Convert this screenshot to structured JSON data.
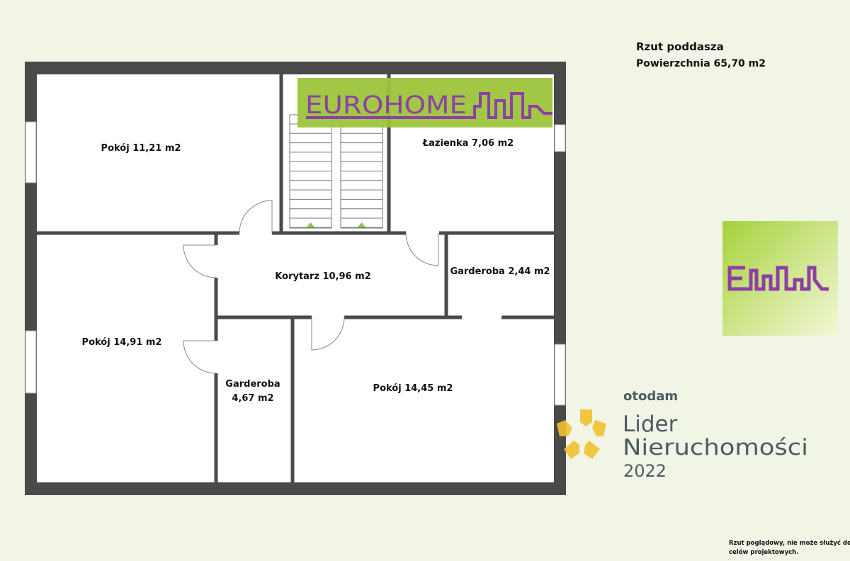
{
  "header": {
    "title": "Rzut poddasza",
    "area": "Powierzchnia 65,70 m2"
  },
  "rooms": [
    {
      "label": "Pokój 11,21 m2"
    },
    {
      "label": "Łazienka 7,06 m2"
    },
    {
      "label": "Korytarz 10,96 m2"
    },
    {
      "label": "Garderoba 2,44 m2"
    },
    {
      "label": "Pokój 14,91 m2"
    },
    {
      "label_line1": "Garderoba",
      "label_line2": "4,67 m2"
    },
    {
      "label": "Pokój 14,45 m2"
    }
  ],
  "brand": {
    "name": "EUROHOME",
    "colors": {
      "green": "#9dc43b",
      "purple": "#8e3fa6"
    }
  },
  "award": {
    "brand": "otodam",
    "line1": "Lider",
    "line2": "Nieruchomości",
    "year": "2022"
  },
  "footnote": {
    "line1": "Rzut poglądowy, nie może służyć do",
    "line2": "celów projektowych."
  }
}
